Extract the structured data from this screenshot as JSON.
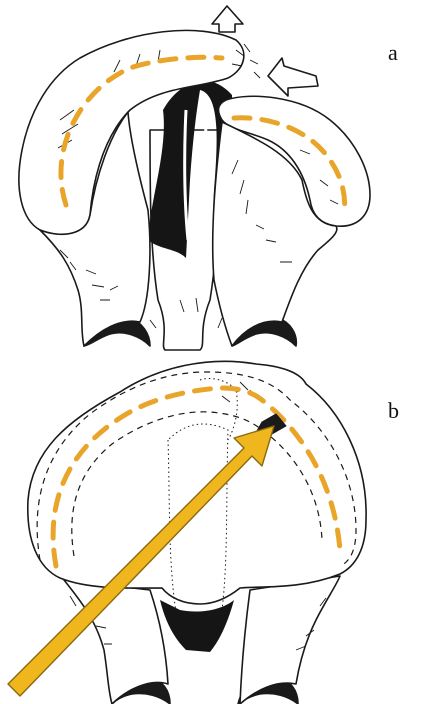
{
  "figure": {
    "panels": [
      {
        "id": "a",
        "label": "a"
      },
      {
        "id": "b",
        "label": "b"
      }
    ],
    "colors": {
      "ink": "#1a1a1a",
      "dashed_path": "#e8a52a",
      "arrow_fill": "#f0b61e",
      "arrow_stroke": "#8a6a10",
      "background": "#ffffff"
    },
    "icons": {
      "panel_a_arrows": "outline-arrow-icon",
      "panel_b_small_arrow": "solid-arrow-icon",
      "panel_b_large_arrow": "yellow-arrow-icon"
    }
  }
}
